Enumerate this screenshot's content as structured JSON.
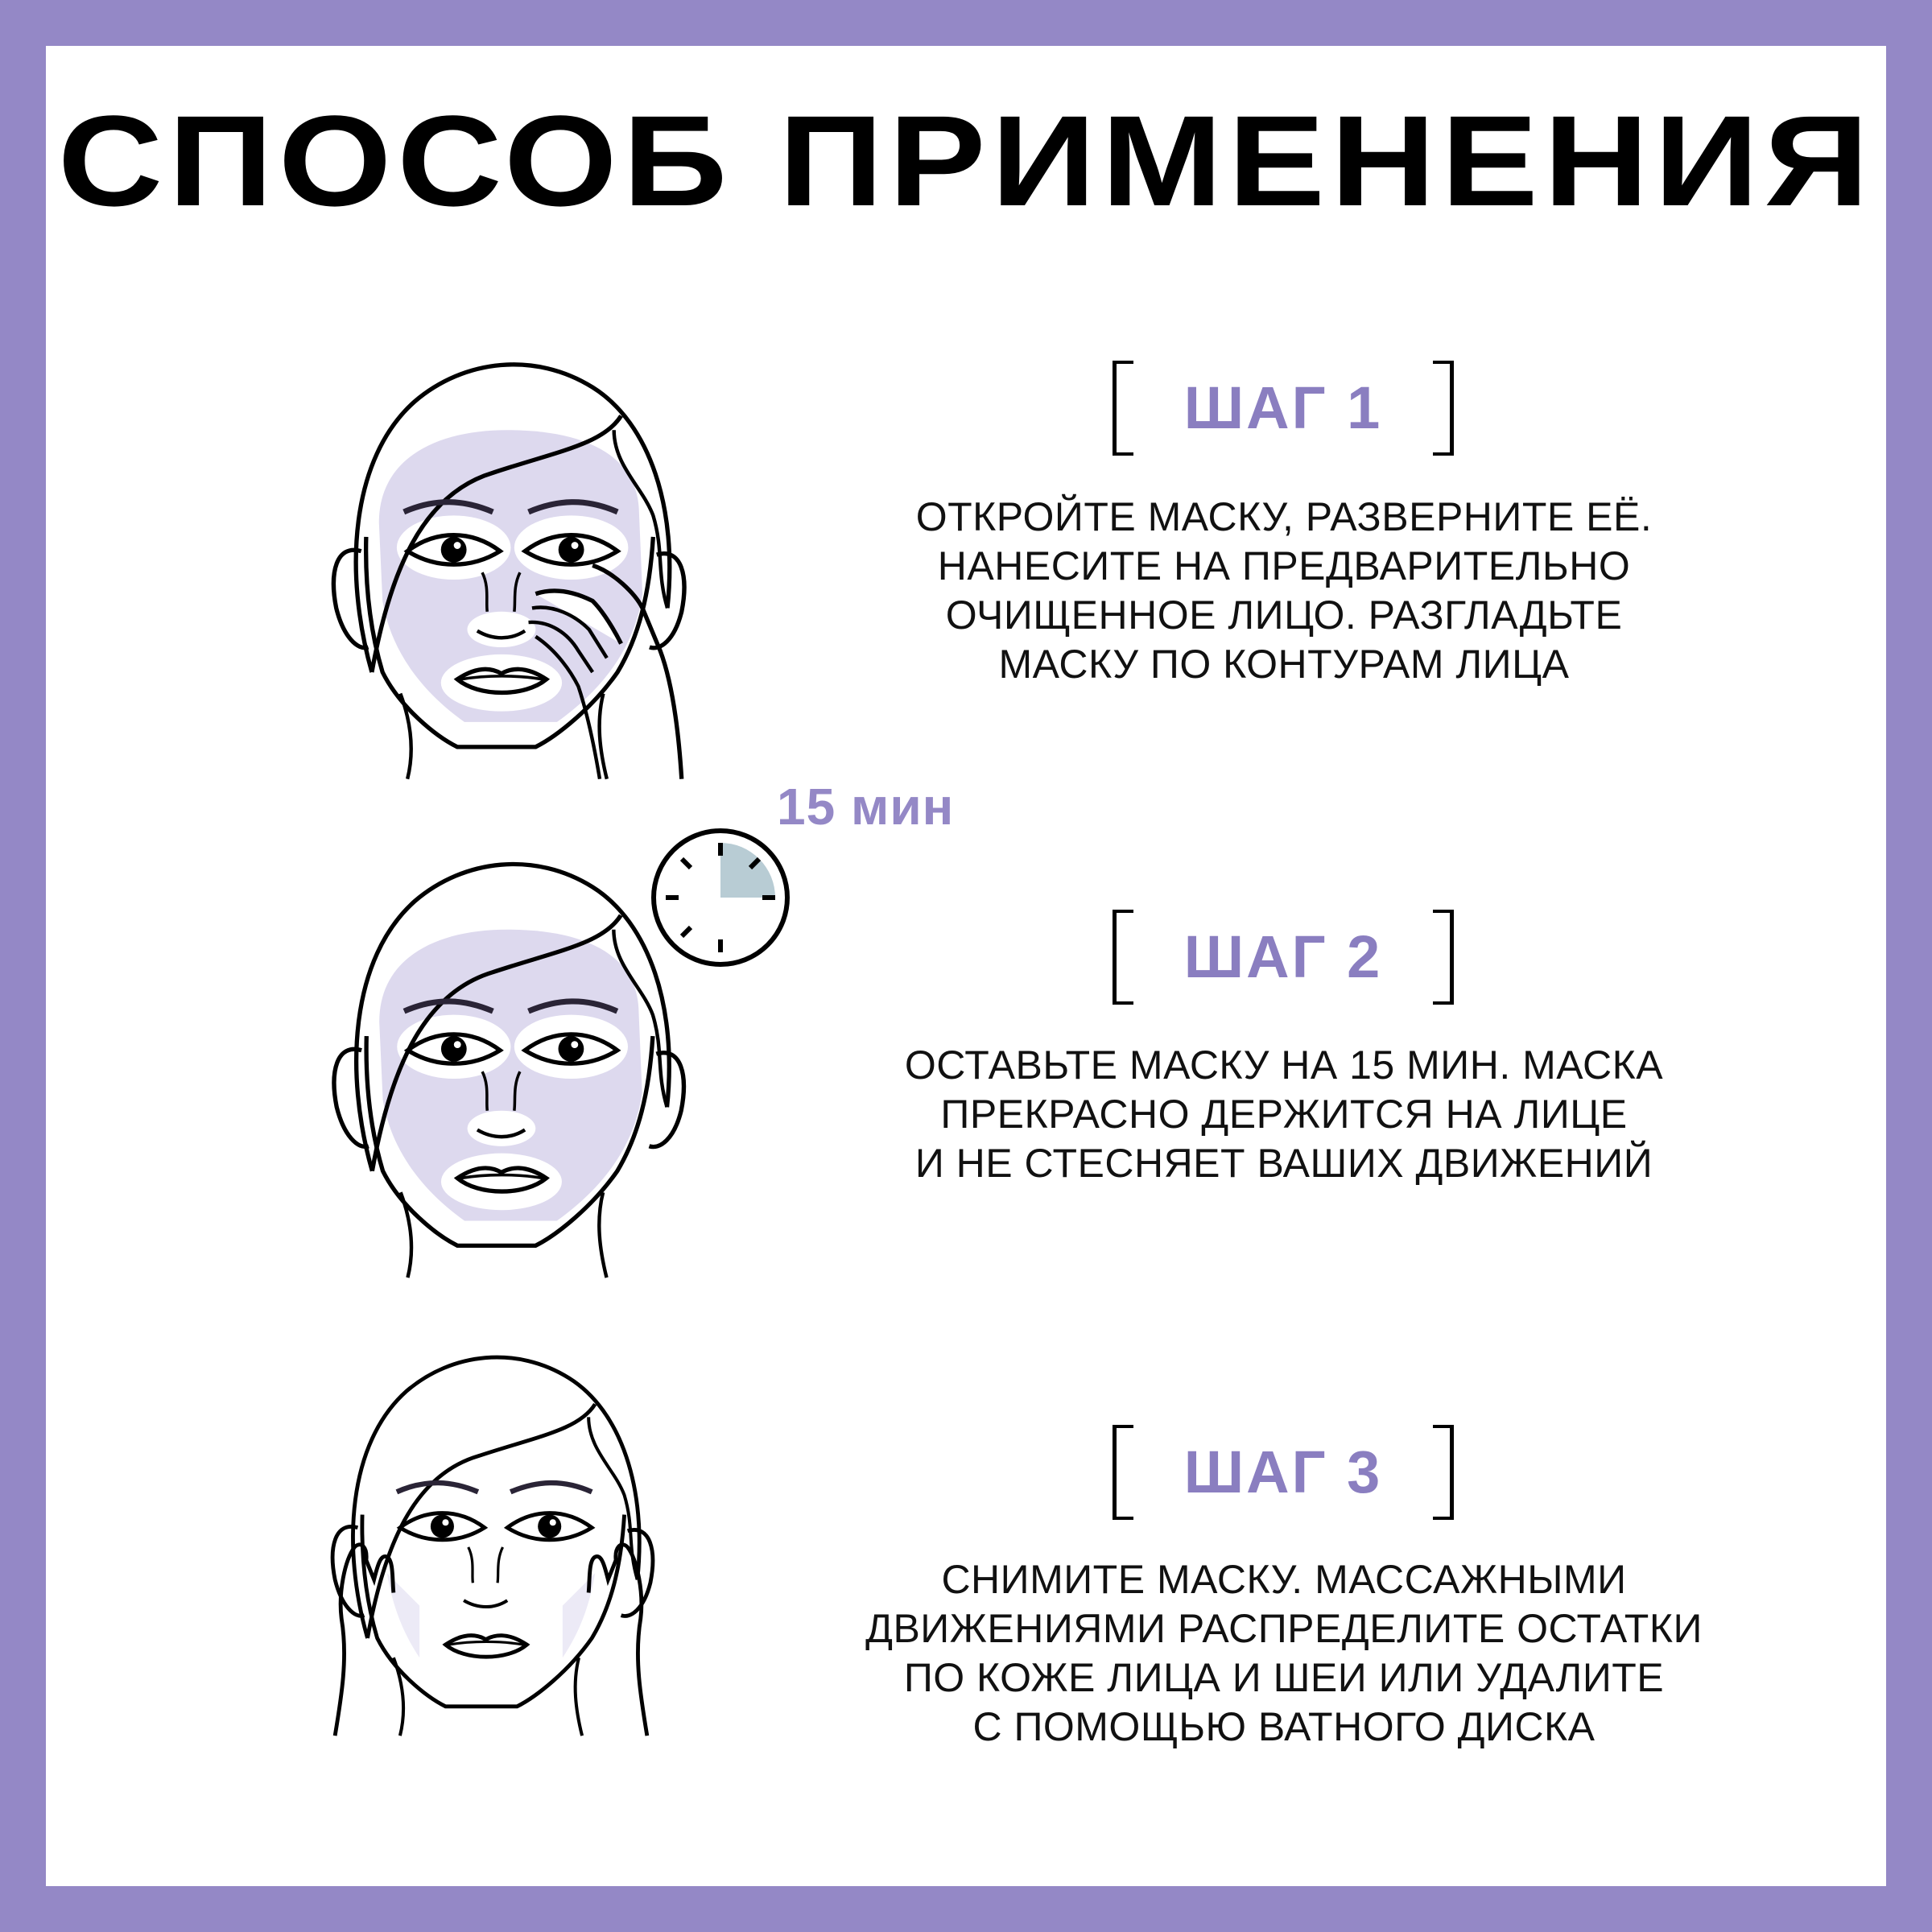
{
  "colors": {
    "border": "#9488C6",
    "accent": "#8A7EC0",
    "mask_fill": "#DDD9EE",
    "timer_fill": "#B8CCD4",
    "text": "#111111"
  },
  "title": "СПОСОБ ПРИМЕНЕНИЯ",
  "timer": {
    "label": "15 мин",
    "icon": "clock-quarter-icon"
  },
  "steps": [
    {
      "label": "ШАГ 1",
      "lines": [
        "ОТКРОЙТЕ МАСКУ, РАЗВЕРНИТЕ ЕЁ.",
        "НАНЕСИТЕ НА ПРЕДВАРИТЕЛЬНО",
        "ОЧИЩЕННОЕ ЛИЦО. РАЗГЛАДЬТЕ",
        "МАСКУ ПО КОНТУРАМ ЛИЦА"
      ],
      "illustration": "face-applying-mask-icon"
    },
    {
      "label": "ШАГ 2",
      "lines": [
        "ОСТАВЬТЕ МАСКУ НА 15 МИН. МАСКА",
        "ПРЕКРАСНО ДЕРЖИТСЯ НА ЛИЦЕ",
        "И НЕ СТЕСНЯЕТ ВАШИХ ДВИЖЕНИЙ"
      ],
      "illustration": "face-with-mask-icon"
    },
    {
      "label": "ШАГ 3",
      "lines": [
        "СНИМИТЕ МАСКУ. МАССАЖНЫМИ",
        "ДВИЖЕНИЯМИ РАСПРЕДЕЛИТЕ ОСТАТКИ",
        "ПО КОЖЕ ЛИЦА И ШЕИ ИЛИ УДАЛИТЕ",
        "С ПОМОЩЬЮ ВАТНОГО ДИСКА"
      ],
      "illustration": "face-massaging-icon"
    }
  ]
}
